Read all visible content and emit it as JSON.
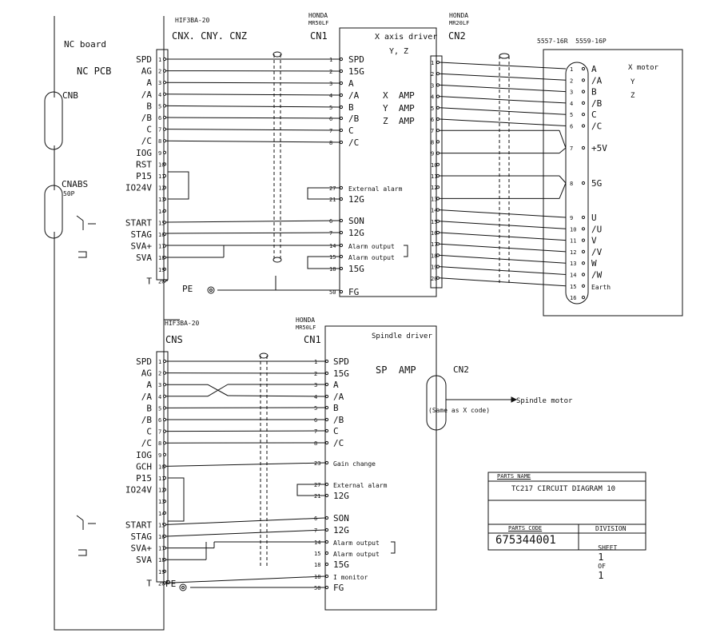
{
  "nc": {
    "board": "NC board",
    "pcb": "NC PCB",
    "cnb": "CNB",
    "cnabs": "CNABS",
    "cnabs_sub": "50P",
    "conn_top": "HIF3BA-20",
    "conn_top_name": "CNX. CNY. CNZ",
    "conn_bot": "HIF3BA-20",
    "conn_bot_name": "CNS"
  },
  "nc_top_signals": [
    "SPD",
    "AG",
    "A",
    "/A",
    "B",
    "/B",
    "C",
    "/C",
    "IOG",
    "RST",
    "P15",
    "IO24V",
    "",
    "",
    "START",
    "STAG",
    "SVA+",
    "SVA",
    "",
    "T"
  ],
  "nc_bot_signals": [
    "SPD",
    "AG",
    "A",
    "/A",
    "B",
    "/B",
    "C",
    "/C",
    "IOG",
    "GCH",
    "P15",
    "IO24V",
    "",
    "",
    "START",
    "STAG",
    "SVA+",
    "SVA",
    "",
    "T"
  ],
  "pin_nums": [
    "1",
    "2",
    "3",
    "4",
    "5",
    "6",
    "7",
    "8",
    "9",
    "10",
    "11",
    "12",
    "13",
    "14",
    "15",
    "16",
    "17",
    "18",
    "19",
    "20"
  ],
  "pe": "PE",
  "x_driver": {
    "maker": "HONDA",
    "model": "MR50LF",
    "cn": "CN1",
    "title": "X axis driver",
    "sub": "Y, Z",
    "amps": [
      "X  AMP",
      "Y  AMP",
      "Z  AMP"
    ],
    "pins": [
      {
        "n": "1",
        "s": "SPD"
      },
      {
        "n": "2",
        "s": "15G"
      },
      {
        "n": "3",
        "s": "A"
      },
      {
        "n": "4",
        "s": "/A"
      },
      {
        "n": "5",
        "s": "B"
      },
      {
        "n": "6",
        "s": "/B"
      },
      {
        "n": "7",
        "s": "C"
      },
      {
        "n": "8",
        "s": "/C"
      },
      {
        "n": "27",
        "s": "External alarm"
      },
      {
        "n": "21",
        "s": "12G"
      },
      {
        "n": "6",
        "s": "SON"
      },
      {
        "n": "7",
        "s": "12G"
      },
      {
        "n": "14",
        "s": "Alarm output"
      },
      {
        "n": "15",
        "s": "Alarm output"
      },
      {
        "n": "18",
        "s": "15G"
      },
      {
        "n": "50",
        "s": "FG"
      }
    ]
  },
  "x_cn2": {
    "maker": "HONDA",
    "model": "MR20LF",
    "cn": "CN2"
  },
  "motor": {
    "conn": "5557-16R  5559-16P",
    "title": "X motor",
    "y": "Y",
    "z": "Z",
    "pins": [
      {
        "n": "1",
        "s": "A"
      },
      {
        "n": "2",
        "s": "/A"
      },
      {
        "n": "3",
        "s": "B"
      },
      {
        "n": "4",
        "s": "/B"
      },
      {
        "n": "5",
        "s": "C"
      },
      {
        "n": "6",
        "s": "/C"
      },
      {
        "n": "7",
        "s": "+5V"
      },
      {
        "n": "8",
        "s": "5G"
      },
      {
        "n": "9",
        "s": "U"
      },
      {
        "n": "10",
        "s": "/U"
      },
      {
        "n": "11",
        "s": "V"
      },
      {
        "n": "12",
        "s": "/V"
      },
      {
        "n": "13",
        "s": "W"
      },
      {
        "n": "14",
        "s": "/W"
      },
      {
        "n": "15",
        "s": "Earth"
      },
      {
        "n": "16",
        "s": ""
      }
    ]
  },
  "sp_driver": {
    "maker": "HONDA",
    "model": "MR50LF",
    "cn": "CN1",
    "title": "Spindle driver",
    "amp": "SP  AMP",
    "cn2": "CN2",
    "motor": "Spindle motor",
    "note": "(Same as X code)",
    "pins": [
      {
        "n": "1",
        "s": "SPD"
      },
      {
        "n": "2",
        "s": "15G"
      },
      {
        "n": "3",
        "s": "A"
      },
      {
        "n": "4",
        "s": "/A"
      },
      {
        "n": "5",
        "s": "B"
      },
      {
        "n": "6",
        "s": "/B"
      },
      {
        "n": "7",
        "s": "C"
      },
      {
        "n": "8",
        "s": "/C"
      },
      {
        "n": "23",
        "s": "Gain change"
      },
      {
        "n": "27",
        "s": "External alarm"
      },
      {
        "n": "21",
        "s": "12G"
      },
      {
        "n": "6",
        "s": "SON"
      },
      {
        "n": "7",
        "s": "12G"
      },
      {
        "n": "14",
        "s": "Alarm output"
      },
      {
        "n": "15",
        "s": "Alarm output"
      },
      {
        "n": "18",
        "s": "15G"
      },
      {
        "n": "18",
        "s": "I monitor"
      },
      {
        "n": "50",
        "s": "FG"
      }
    ]
  },
  "titleblock": {
    "parts_name_label": "PARTS NAME",
    "parts_name": "TC217 CIRCUIT DIAGRAM 10",
    "parts_code_label": "PARTS CODE",
    "parts_code": "675344001",
    "division_label": "DIVISION",
    "sheet_a": "SHEET",
    "sheet_n": "1",
    "sheet_of": "OF",
    "sheet_m": "1"
  }
}
